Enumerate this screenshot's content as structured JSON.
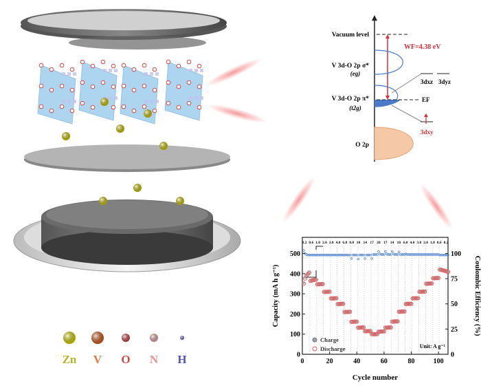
{
  "legend_atoms": [
    {
      "symbol": "Zn",
      "color": "#b5b52a",
      "ball": "#e5e000"
    },
    {
      "symbol": "V",
      "color": "#e07a4a",
      "ball": "#e06020"
    },
    {
      "symbol": "O",
      "color": "#d04a4a",
      "ball": "#d84848"
    },
    {
      "symbol": "N",
      "color": "#e89090",
      "ball": "#f0b0b0"
    },
    {
      "symbol": "H",
      "color": "#5555bb",
      "ball": "#7070d0"
    }
  ],
  "energy_diagram": {
    "vacuum_level": "Vacuum level",
    "work_function": "WF=4.38 eV",
    "sigma_label": "V 3d-O 2p σ*",
    "sigma_sub": "(eg)",
    "pi_label": "V 3d-O 2p π*",
    "pi_sub": "(t2g)",
    "fermi": "EF",
    "o2p": "O 2p",
    "dxz": "3dxz",
    "dyz": "3dyz",
    "dxy": "3dxy",
    "colors": {
      "accent": "#d8303a",
      "band": "#4a7ac8",
      "o2p": "#f5c8a8"
    }
  },
  "chart_data": {
    "type": "scatter",
    "xlabel": "Cycle number",
    "ylabel": "Capacity (mA h g⁻¹)",
    "ylabel2": "Coulombic Efficiency (%)",
    "xlim": [
      0,
      107
    ],
    "ylim": [
      0,
      580
    ],
    "ylim2": [
      0,
      116
    ],
    "xticks": [
      "0",
      "20",
      "40",
      "60",
      "80",
      "100"
    ],
    "yticks": [
      "0",
      "100",
      "200",
      "300",
      "400",
      "500"
    ],
    "yticks2": [
      "0",
      "25",
      "50",
      "75",
      "100"
    ],
    "rate_labels": [
      "0.2",
      "0.6",
      "1.0",
      "2.0",
      "3.0",
      "4.0",
      "6.0",
      "8.0",
      "10",
      "14",
      "17",
      "20",
      "17",
      "14",
      "10",
      "6.0",
      "4.0",
      "3.0",
      "2.0",
      "1.0",
      "0.6",
      "0.2"
    ],
    "unit_note": "Unit: A g⁻¹",
    "grid": false,
    "legend_placement": "bottom-left",
    "series": [
      {
        "name": "Charge",
        "color": "#9aa0a8",
        "values": [
          355,
          380,
          392,
          400,
          407,
          365,
          367,
          369,
          370,
          371,
          348,
          348,
          349,
          349,
          349,
          310,
          310,
          311,
          311,
          311,
          278,
          278,
          278,
          279,
          279,
          250,
          250,
          251,
          251,
          251,
          210,
          211,
          211,
          211,
          212,
          162,
          162,
          163,
          163,
          163,
          133,
          133,
          134,
          134,
          134,
          115,
          115,
          116,
          116,
          116,
          101,
          101,
          100,
          101,
          101,
          113,
          113,
          114,
          114,
          114,
          133,
          133,
          134,
          134,
          134,
          163,
          163,
          164,
          164,
          164,
          212,
          212,
          213,
          213,
          213,
          250,
          251,
          251,
          251,
          251,
          278,
          279,
          279,
          279,
          279,
          311,
          311,
          311,
          312,
          312,
          351,
          351,
          352,
          352,
          352,
          378,
          378,
          379,
          379,
          379,
          421,
          420,
          418,
          416,
          414,
          412,
          410
        ]
      },
      {
        "name": "Discharge",
        "color": "#e06060",
        "values": [
          350,
          376,
          390,
          398,
          405,
          364,
          366,
          368,
          369,
          370,
          347,
          347,
          348,
          348,
          348,
          309,
          309,
          310,
          310,
          310,
          277,
          277,
          277,
          278,
          278,
          249,
          249,
          250,
          250,
          250,
          209,
          210,
          210,
          210,
          211,
          161,
          161,
          162,
          162,
          162,
          132,
          132,
          133,
          133,
          133,
          114,
          114,
          115,
          115,
          115,
          100,
          100,
          99,
          100,
          100,
          112,
          112,
          113,
          113,
          113,
          132,
          132,
          133,
          133,
          133,
          162,
          162,
          163,
          163,
          163,
          211,
          211,
          212,
          212,
          212,
          249,
          250,
          250,
          250,
          250,
          277,
          278,
          278,
          278,
          278,
          310,
          310,
          310,
          311,
          311,
          350,
          350,
          351,
          351,
          351,
          377,
          377,
          378,
          378,
          378,
          420,
          419,
          417,
          415,
          413,
          411,
          409
        ]
      },
      {
        "name": "Coulombic Efficiency",
        "color": "#5a8ad0",
        "values": [
          103,
          100,
          99,
          98.5,
          98.5,
          98.5,
          98.5,
          98.5,
          98.5,
          98.5,
          98.5,
          98.5,
          98.5,
          98.5,
          98.5,
          98.5,
          98.5,
          98.5,
          98.5,
          98.5,
          98.5,
          98.5,
          98.5,
          98.5,
          98.5,
          98.5,
          98.5,
          98.5,
          98.5,
          98.5,
          98.5,
          98.5,
          98.5,
          98.5,
          98.5,
          95,
          98.5,
          98.5,
          98.5,
          98.5,
          94.5,
          98.5,
          98.5,
          98.5,
          98.5,
          95,
          98.5,
          98.5,
          98.5,
          98.5,
          95,
          99,
          99,
          99,
          99,
          102,
          99.5,
          99,
          99,
          99,
          102,
          99.5,
          99,
          99,
          99,
          102,
          99.5,
          99,
          99,
          99,
          101.5,
          99,
          99,
          99,
          99,
          99.5,
          99,
          99,
          99,
          99,
          99,
          99,
          99,
          99,
          99,
          99,
          99,
          99,
          99,
          99,
          99,
          99,
          99,
          99,
          99,
          99,
          99,
          99,
          99,
          99,
          98.5,
          98.5,
          98.5,
          98.5,
          98.5,
          98.5,
          98.5
        ]
      }
    ]
  }
}
